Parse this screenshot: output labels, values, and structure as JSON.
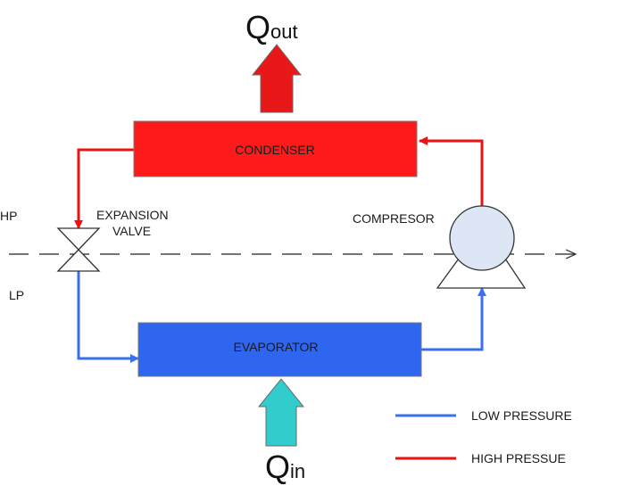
{
  "labels": {
    "q_out": {
      "main": "Q",
      "sub": "out"
    },
    "q_in": {
      "main": "Q",
      "sub": "in"
    },
    "condenser": "CONDENSER",
    "evaporator": "EVAPORATOR",
    "expansion_valve_line1": "EXPANSION",
    "expansion_valve_line2": "VALVE",
    "compressor": "COMPRESOR",
    "high_pressure_side": "HP",
    "low_pressure_side": "LP"
  },
  "legend": {
    "low_pressure": "LOW PRESSURE",
    "high_pressure": "HIGH PRESSUE"
  },
  "colors": {
    "high_pressure": "#ee1111",
    "low_pressure": "#3a6ff0",
    "condenser_fill": "#ff1a1a",
    "evaporator_fill": "#2f66f0",
    "q_out_arrow": "#e81818",
    "q_in_arrow": "#33cccc",
    "compressor_fill": "#dce6f4"
  }
}
